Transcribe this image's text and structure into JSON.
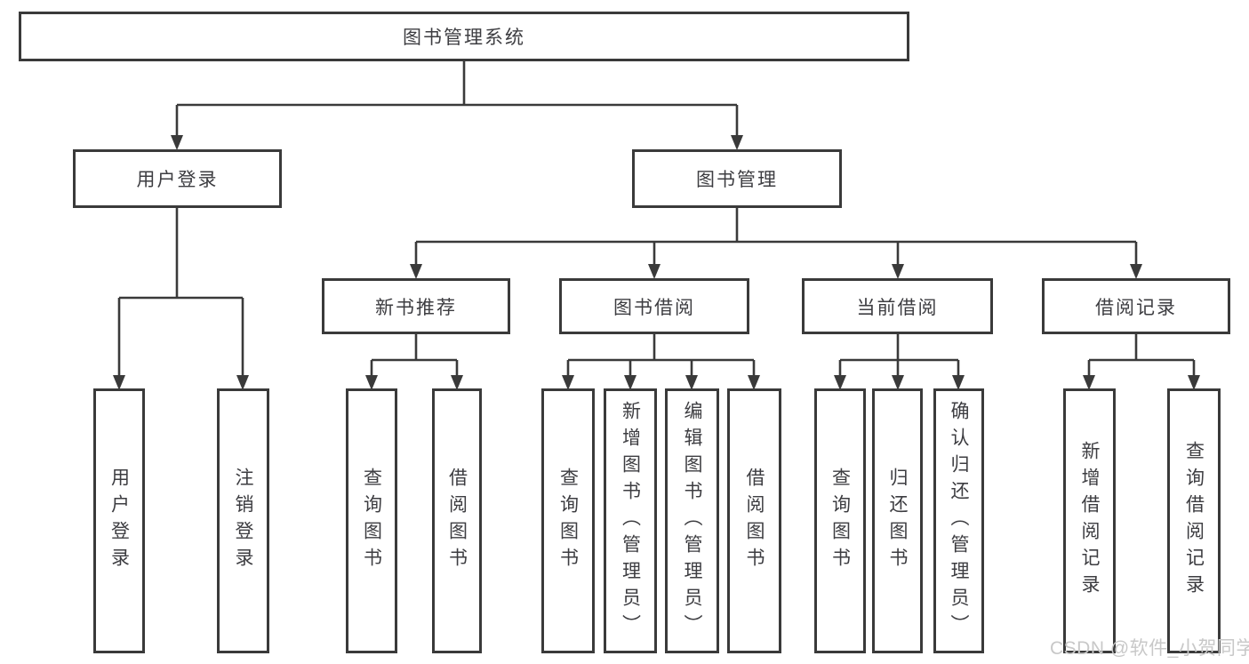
{
  "diagram": {
    "title_node": {
      "label": "图书管理系统"
    },
    "level2": [
      {
        "label": "用户登录"
      },
      {
        "label": "图书管理"
      }
    ],
    "level3": [
      {
        "label": "新书推荐"
      },
      {
        "label": "图书借阅"
      },
      {
        "label": "当前借阅"
      },
      {
        "label": "借阅记录"
      }
    ],
    "leaves": [
      {
        "label": "用户登录"
      },
      {
        "label": "注销登录"
      },
      {
        "label": "查询图书"
      },
      {
        "label": "借阅图书"
      },
      {
        "label": "查询图书"
      },
      {
        "label": "新增图书（管理员）"
      },
      {
        "label": "编辑图书（管理员）"
      },
      {
        "label": "借阅图书"
      },
      {
        "label": "查询图书"
      },
      {
        "label": "归还图书"
      },
      {
        "label": "确认归还（管理员）"
      },
      {
        "label": "新增借阅记录"
      },
      {
        "label": "查询借阅记录"
      }
    ]
  },
  "watermark": {
    "text": "CSDN @软件_小贺同学"
  },
  "colors": {
    "line": "#3a3a3a",
    "text": "#3d3d41",
    "watermark": "#c8c8c8",
    "background": "#ffffff"
  }
}
